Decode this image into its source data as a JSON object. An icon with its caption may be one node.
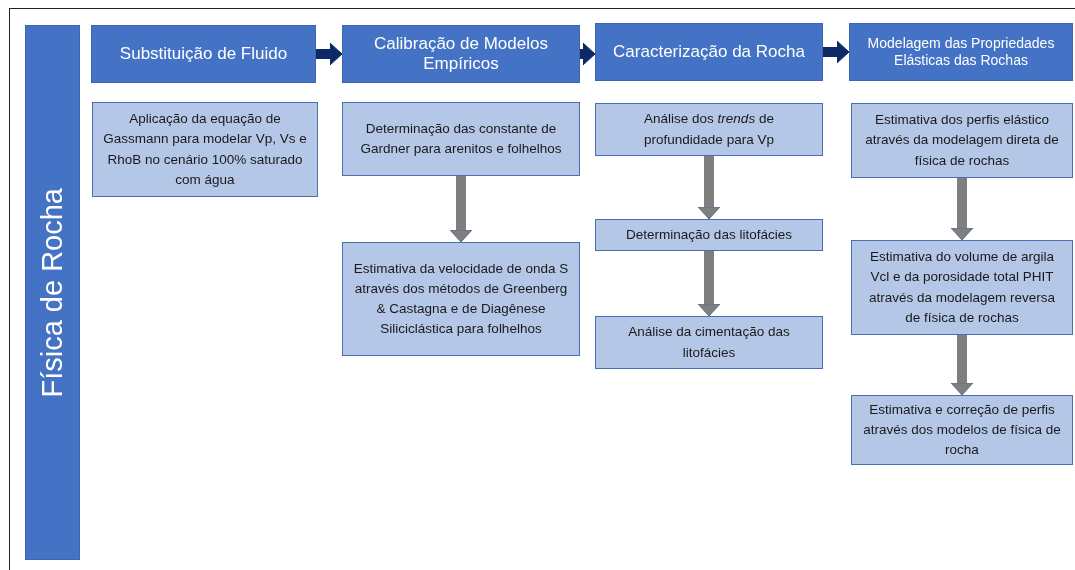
{
  "diagram": {
    "nodes": [
      {
        "text": [
          "Física de Rocha"
        ]
      },
      {
        "text": [
          "Substituição de Fluido"
        ]
      },
      {
        "text": [
          "Calibração de Modelos Empíricos"
        ]
      },
      {
        "text": [
          "Caracterização da Rocha"
        ]
      },
      {
        "text": [
          "Modelagem das Propriedades Elásticas das Rochas"
        ]
      },
      {
        "text": [
          "Aplicação da equação de Gassmann para modelar Vp, Vs e RhoB no cenário 100% saturado com água"
        ]
      },
      {
        "text": [
          "Determinação das constante de Gardner para arenitos e folhelhos"
        ]
      },
      {
        "text": [
          "Estimativa da velocidade de onda S através dos métodos de Greenberg & Castagna e de Diagênese Siliciclástica para folhelhos"
        ]
      },
      {
        "text": [
          "Análise dos *trends* de profundidade para Vp"
        ]
      },
      {
        "text": [
          "Determinação das litofácies"
        ]
      },
      {
        "text": [
          "Análise da cimentação das litofácies"
        ]
      },
      {
        "text": [
          "Estimativa dos perfis elástico através da modelagem direta de física de rochas"
        ]
      },
      {
        "text": [
          "Estimativa do volume de argila Vcl e da porosidade total PHIT através da modelagem reversa de física de rochas"
        ]
      },
      {
        "text": [
          "Estimativa e correção de perfis através dos modelos de física de rocha"
        ]
      }
    ],
    "edges": [
      {
        "from": 1,
        "to": 2,
        "arrow": "to",
        "color": "#0e2a66"
      },
      {
        "from": 2,
        "to": 3,
        "arrow": "to",
        "color": "#0e2a66"
      },
      {
        "from": 3,
        "to": 4,
        "arrow": "to",
        "color": "#0e2a66"
      },
      {
        "from": 6,
        "to": 7,
        "arrow": "to"
      },
      {
        "from": 8,
        "to": 9,
        "arrow": "to"
      },
      {
        "from": 9,
        "to": 10,
        "arrow": "to"
      },
      {
        "from": 11,
        "to": 12,
        "arrow": "to"
      },
      {
        "from": 12,
        "to": 13,
        "arrow": "to"
      }
    ]
  }
}
